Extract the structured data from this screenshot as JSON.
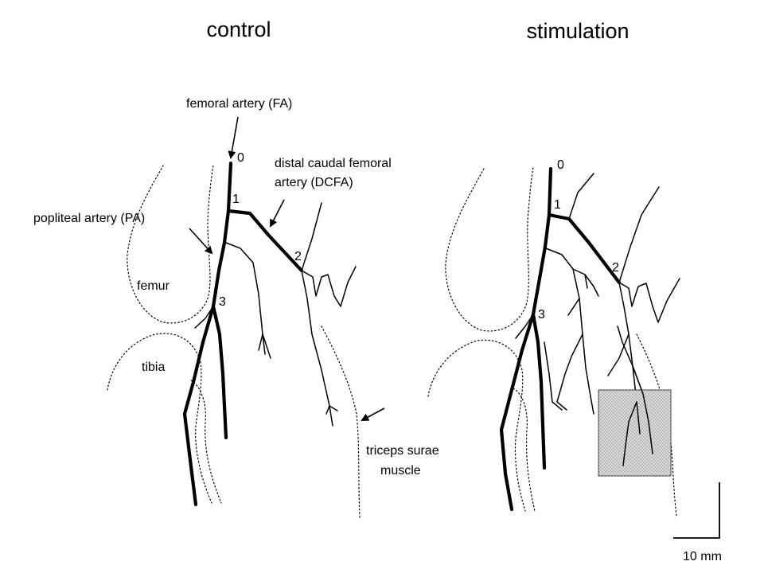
{
  "panels": {
    "control": {
      "title": "control"
    },
    "stimulation": {
      "title": "stimulation"
    }
  },
  "labels": {
    "femoral_artery": "femoral artery (FA)",
    "dcfa_line1": "distal caudal femoral",
    "dcfa_line2": "artery (DCFA)",
    "popliteal_artery": "popliteal artery (PA)",
    "femur": "femur",
    "tibia": "tibia",
    "triceps_line1": "triceps surae",
    "triceps_line2": "muscle"
  },
  "branch_points": [
    "0",
    "1",
    "2",
    "3"
  ],
  "scale_bar": {
    "label": "10 mm"
  }
}
